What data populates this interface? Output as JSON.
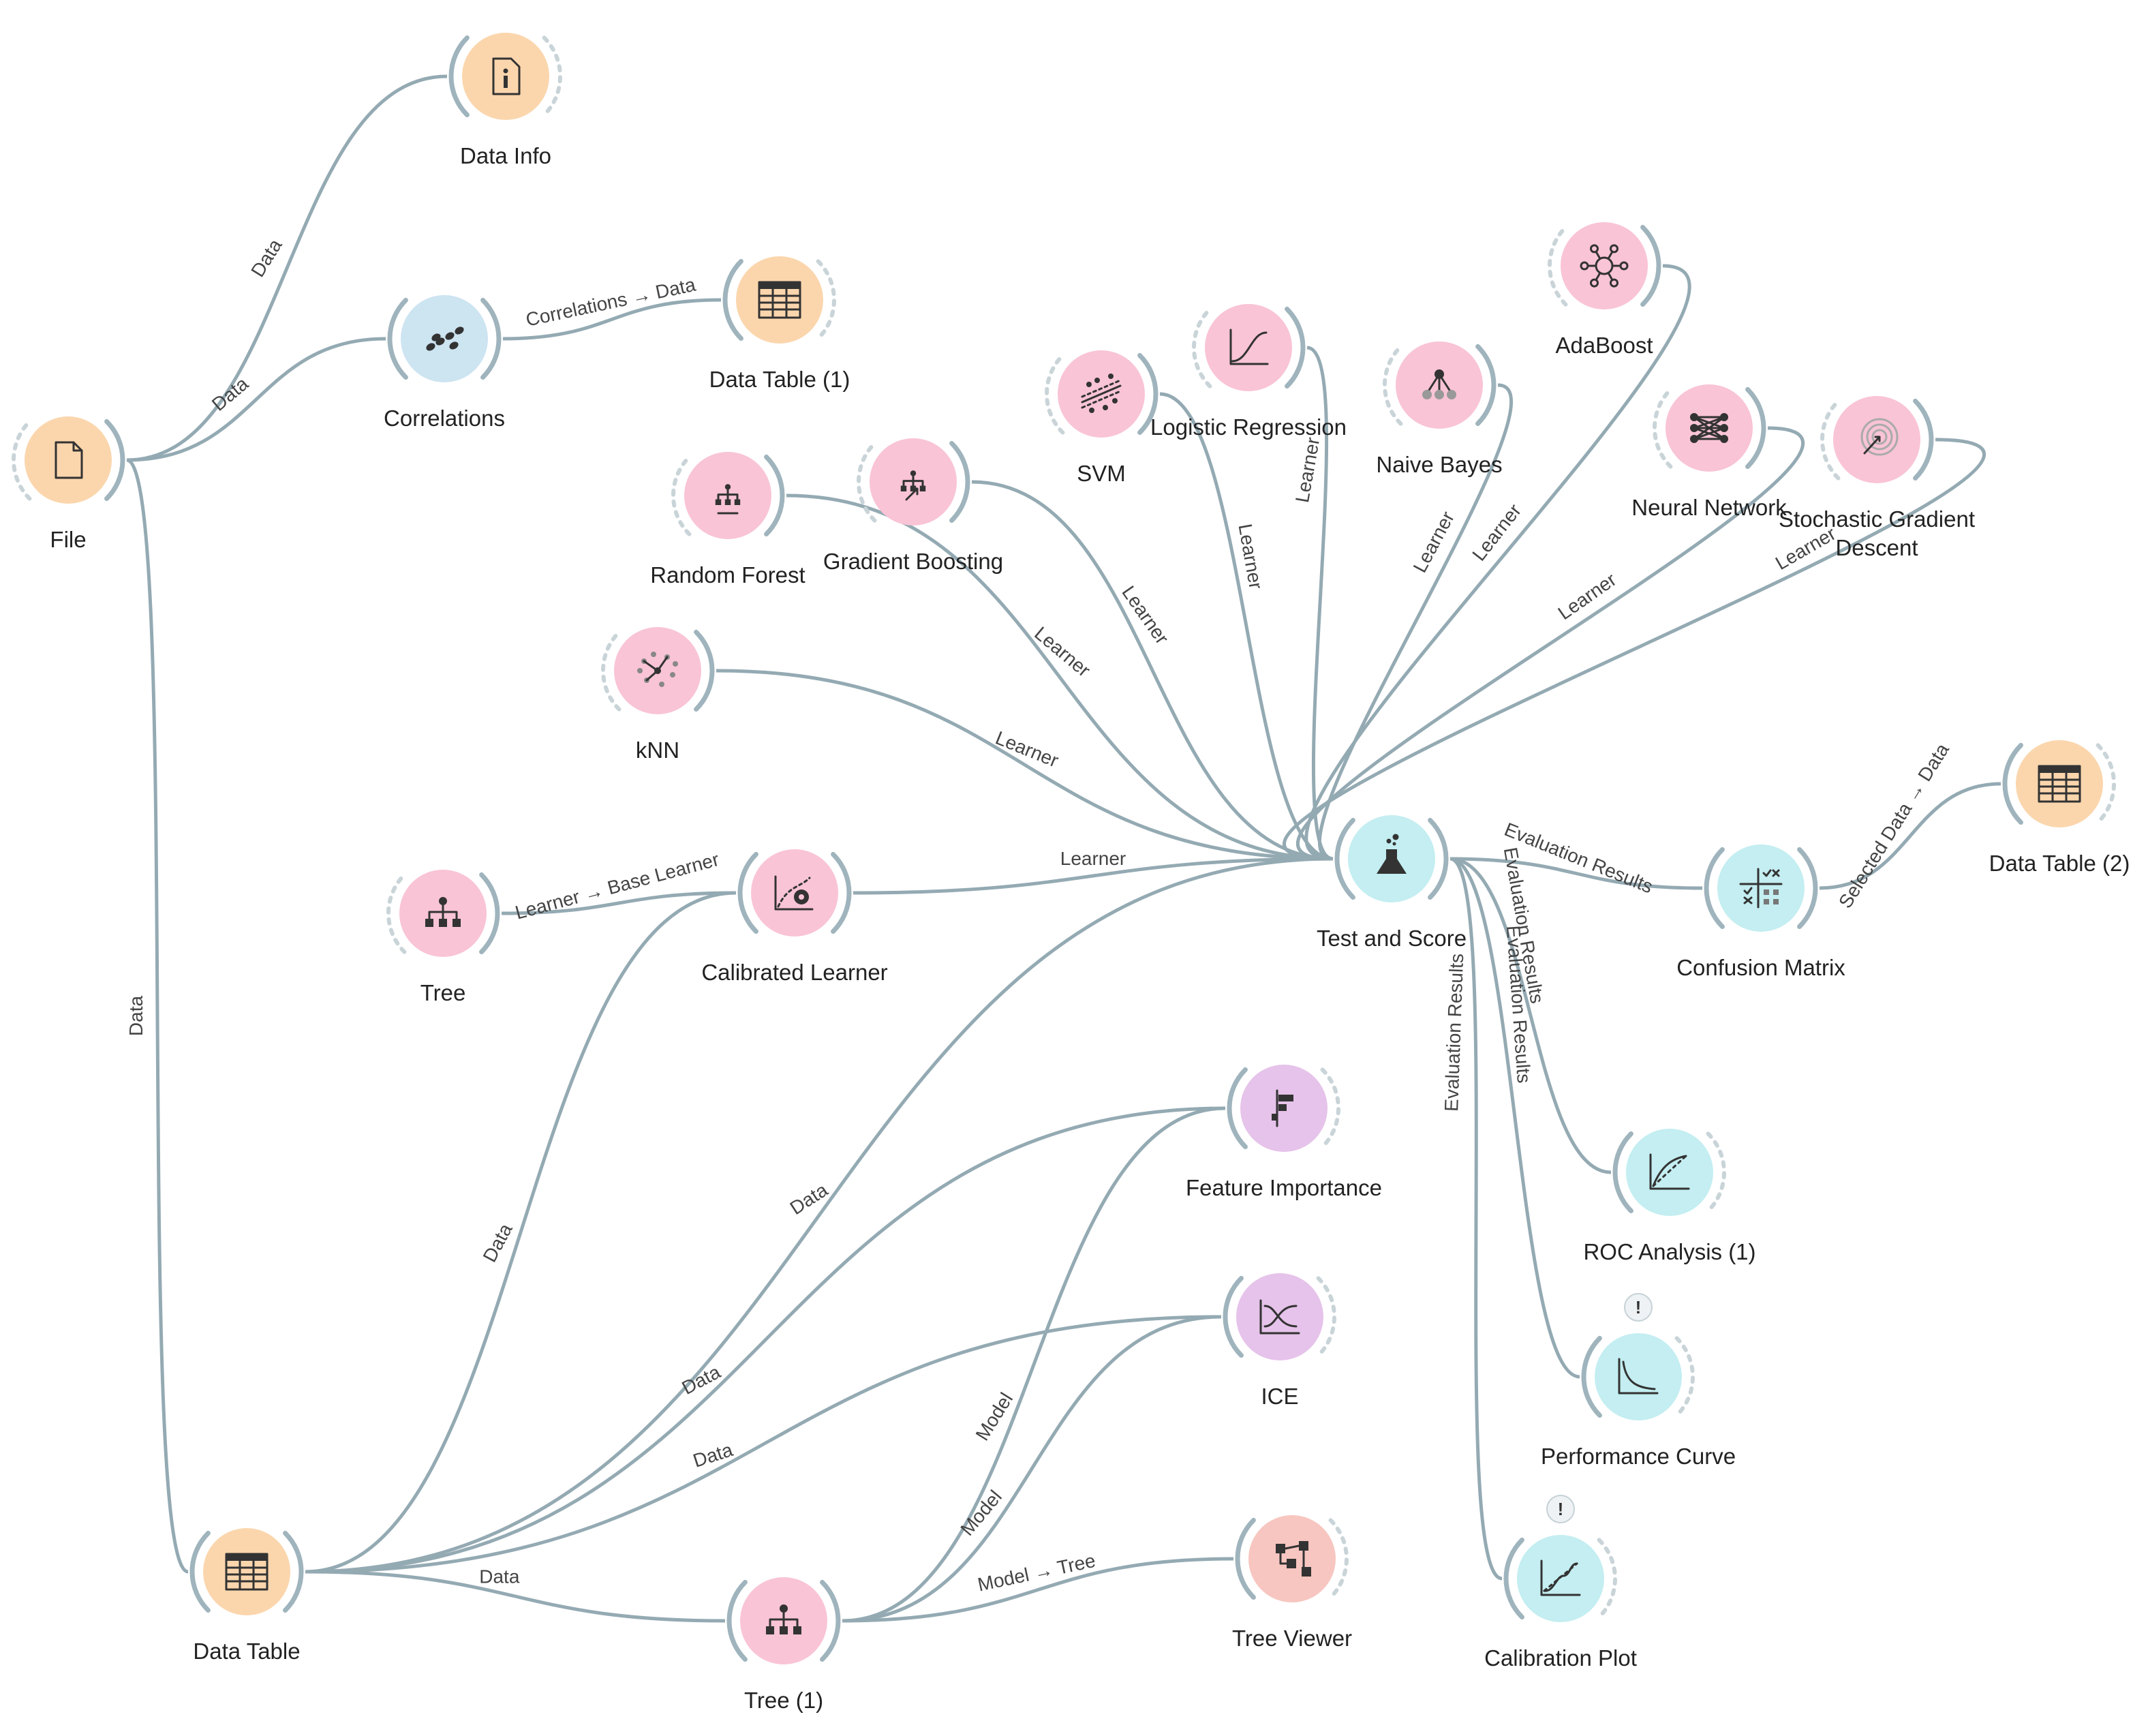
{
  "colors": {
    "link": "#94aab3",
    "data_widget": "#fbd6ad",
    "model_widget": "#f9c4d6",
    "visualize_widget": "#c4eef1",
    "unsupervised_widget": "#cde4f1",
    "explain_widget": "#e6c3ea",
    "treeviewer_widget": "#f7c6c0"
  },
  "widgets": [
    {
      "key": "file",
      "title": "File",
      "icon": "file-icon",
      "color": "data_widget"
    },
    {
      "key": "data_info",
      "title": "Data Info",
      "icon": "info-icon",
      "color": "data_widget"
    },
    {
      "key": "correlations",
      "title": "Correlations",
      "icon": "correlations-icon",
      "color": "unsupervised_widget"
    },
    {
      "key": "data_table_1",
      "title": "Data Table (1)",
      "icon": "table-icon",
      "color": "data_widget"
    },
    {
      "key": "random_forest",
      "title": "Random Forest",
      "icon": "random-forest-icon",
      "color": "model_widget"
    },
    {
      "key": "gradient_boosting",
      "title": "Gradient Boosting",
      "icon": "gradient-boosting-icon",
      "color": "model_widget"
    },
    {
      "key": "svm",
      "title": "SVM",
      "icon": "svm-icon",
      "color": "model_widget"
    },
    {
      "key": "logistic_regression",
      "title": "Logistic Regression",
      "icon": "logistic-regression-icon",
      "color": "model_widget"
    },
    {
      "key": "naive_bayes",
      "title": "Naive Bayes",
      "icon": "naive-bayes-icon",
      "color": "model_widget"
    },
    {
      "key": "adaboost",
      "title": "AdaBoost",
      "icon": "adaboost-icon",
      "color": "model_widget"
    },
    {
      "key": "neural_network",
      "title": "Neural Network",
      "icon": "neural-network-icon",
      "color": "model_widget"
    },
    {
      "key": "sgd",
      "title": "Stochastic Gradient Descent",
      "icon": "sgd-icon",
      "color": "model_widget"
    },
    {
      "key": "knn",
      "title": "kNN",
      "icon": "knn-icon",
      "color": "model_widget"
    },
    {
      "key": "tree",
      "title": "Tree",
      "icon": "tree-icon",
      "color": "model_widget"
    },
    {
      "key": "calibrated_learner",
      "title": "Calibrated Learner",
      "icon": "calibrated-learner-icon",
      "color": "model_widget"
    },
    {
      "key": "test_and_score",
      "title": "Test and Score",
      "icon": "flask-icon",
      "color": "visualize_widget"
    },
    {
      "key": "confusion_matrix",
      "title": "Confusion Matrix",
      "icon": "confusion-matrix-icon",
      "color": "visualize_widget"
    },
    {
      "key": "data_table_2",
      "title": "Data Table (2)",
      "icon": "table-icon",
      "color": "data_widget"
    },
    {
      "key": "roc_analysis_1",
      "title": "ROC Analysis (1)",
      "icon": "roc-icon",
      "color": "visualize_widget"
    },
    {
      "key": "performance_curve",
      "title": "Performance Curve",
      "icon": "performance-curve-icon",
      "color": "visualize_widget",
      "warning": "!"
    },
    {
      "key": "calibration_plot",
      "title": "Calibration Plot",
      "icon": "calibration-plot-icon",
      "color": "visualize_widget",
      "warning": "!"
    },
    {
      "key": "feature_importance",
      "title": "Feature Importance",
      "icon": "feature-importance-icon",
      "color": "explain_widget"
    },
    {
      "key": "ice",
      "title": "ICE",
      "icon": "ice-icon",
      "color": "explain_widget"
    },
    {
      "key": "data_table",
      "title": "Data Table",
      "icon": "table-icon",
      "color": "data_widget"
    },
    {
      "key": "tree_1",
      "title": "Tree (1)",
      "icon": "tree-icon",
      "color": "model_widget"
    },
    {
      "key": "tree_viewer",
      "title": "Tree Viewer",
      "icon": "tree-viewer-icon",
      "color": "treeviewer_widget"
    }
  ],
  "links": [
    {
      "key": "file_data_info",
      "from": "file",
      "to": "data_info",
      "label": "Data"
    },
    {
      "key": "file_correlations",
      "from": "file",
      "to": "correlations",
      "label": "Data"
    },
    {
      "key": "correlations_table1",
      "from": "correlations",
      "to": "data_table_1",
      "label": "Correlations → Data"
    },
    {
      "key": "file_datatable",
      "from": "file",
      "to": "data_table",
      "label": "Data"
    },
    {
      "key": "rf_ts",
      "from": "random_forest",
      "to": "test_and_score",
      "label": "Learner"
    },
    {
      "key": "gb_ts",
      "from": "gradient_boosting",
      "to": "test_and_score",
      "label": "Learner"
    },
    {
      "key": "svm_ts",
      "from": "svm",
      "to": "test_and_score",
      "label": "Learner"
    },
    {
      "key": "lr_ts",
      "from": "logistic_regression",
      "to": "test_and_score",
      "label": "Learner"
    },
    {
      "key": "nb_ts",
      "from": "naive_bayes",
      "to": "test_and_score",
      "label": "Learner"
    },
    {
      "key": "ada_ts",
      "from": "adaboost",
      "to": "test_and_score",
      "label": "Learner"
    },
    {
      "key": "nn_ts",
      "from": "neural_network",
      "to": "test_and_score",
      "label": "Learner"
    },
    {
      "key": "sgd_ts",
      "from": "sgd",
      "to": "test_and_score",
      "label": "Learner"
    },
    {
      "key": "knn_ts",
      "from": "knn",
      "to": "test_and_score",
      "label": "Learner"
    },
    {
      "key": "tree_cal",
      "from": "tree",
      "to": "calibrated_learner",
      "label": "Learner → Base Learner"
    },
    {
      "key": "cal_ts",
      "from": "calibrated_learner",
      "to": "test_and_score",
      "label": "Learner"
    },
    {
      "key": "ts_cm",
      "from": "test_and_score",
      "to": "confusion_matrix",
      "label": "Evaluation Results"
    },
    {
      "key": "cm_dt2",
      "from": "confusion_matrix",
      "to": "data_table_2",
      "label": "Selected Data → Data"
    },
    {
      "key": "ts_roc",
      "from": "test_and_score",
      "to": "roc_analysis_1",
      "label": "Evaluation Results"
    },
    {
      "key": "ts_perf",
      "from": "test_and_score",
      "to": "performance_curve",
      "label": "Evaluation Results"
    },
    {
      "key": "ts_calplot",
      "from": "test_and_score",
      "to": "calibration_plot",
      "label": "Evaluation Results"
    },
    {
      "key": "dt_cal",
      "from": "data_table",
      "to": "calibrated_learner",
      "label": "Data"
    },
    {
      "key": "dt_ts",
      "from": "data_table",
      "to": "test_and_score",
      "label": "Data"
    },
    {
      "key": "dt_fi",
      "from": "data_table",
      "to": "feature_importance",
      "label": "Data"
    },
    {
      "key": "dt_ice",
      "from": "data_table",
      "to": "ice",
      "label": "Data"
    },
    {
      "key": "dt_tree1",
      "from": "data_table",
      "to": "tree_1",
      "label": "Data"
    },
    {
      "key": "tree1_fi",
      "from": "tree_1",
      "to": "feature_importance",
      "label": "Model"
    },
    {
      "key": "tree1_ice",
      "from": "tree_1",
      "to": "ice",
      "label": "Model"
    },
    {
      "key": "tree1_tv",
      "from": "tree_1",
      "to": "tree_viewer",
      "label": "Model → Tree"
    }
  ]
}
